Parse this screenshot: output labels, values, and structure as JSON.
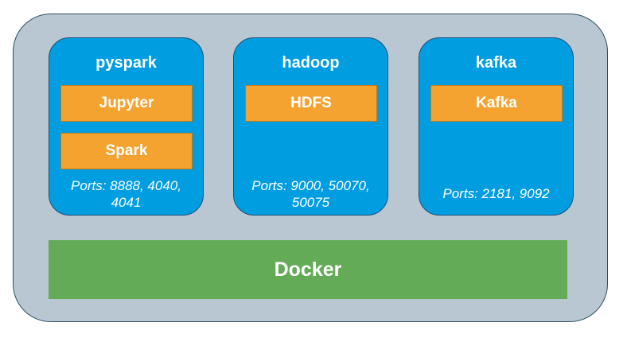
{
  "containers": [
    {
      "title": "pyspark",
      "services": [
        "Jupyter",
        "Spark"
      ],
      "ports": "Ports: 8888, 4040, 4041"
    },
    {
      "title": "hadoop",
      "services": [
        "HDFS"
      ],
      "ports": "Ports: 9000, 50070, 50075"
    },
    {
      "title": "kafka",
      "services": [
        "Kafka"
      ],
      "ports": "Ports: 2181, 9092"
    }
  ],
  "platform": {
    "label": "Docker"
  },
  "colors": {
    "frame": "#b8c7d1",
    "container": "#009ee0",
    "service": "#f4a331",
    "platform": "#64ab58"
  }
}
